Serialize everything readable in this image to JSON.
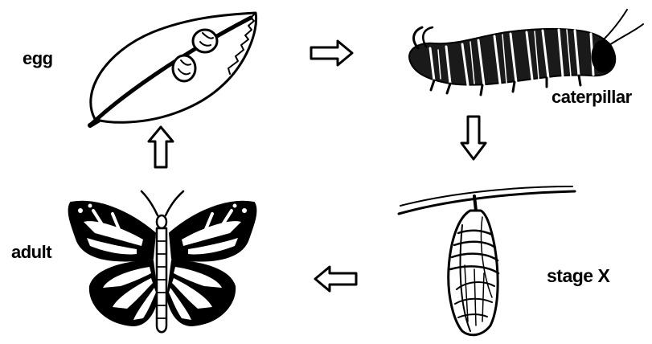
{
  "labels": {
    "egg": "egg",
    "caterpillar": "caterpillar",
    "adult": "adult",
    "stage_x": "stage X"
  },
  "stages": [
    "egg",
    "caterpillar",
    "stage X",
    "adult"
  ],
  "colors": {
    "ink": "#000000",
    "paper": "#ffffff"
  },
  "icons": [
    "leaf-with-eggs-icon",
    "caterpillar-icon",
    "chrysalis-icon",
    "butterfly-icon",
    "arrow-right-icon",
    "arrow-down-icon",
    "arrow-left-icon",
    "arrow-up-icon"
  ]
}
